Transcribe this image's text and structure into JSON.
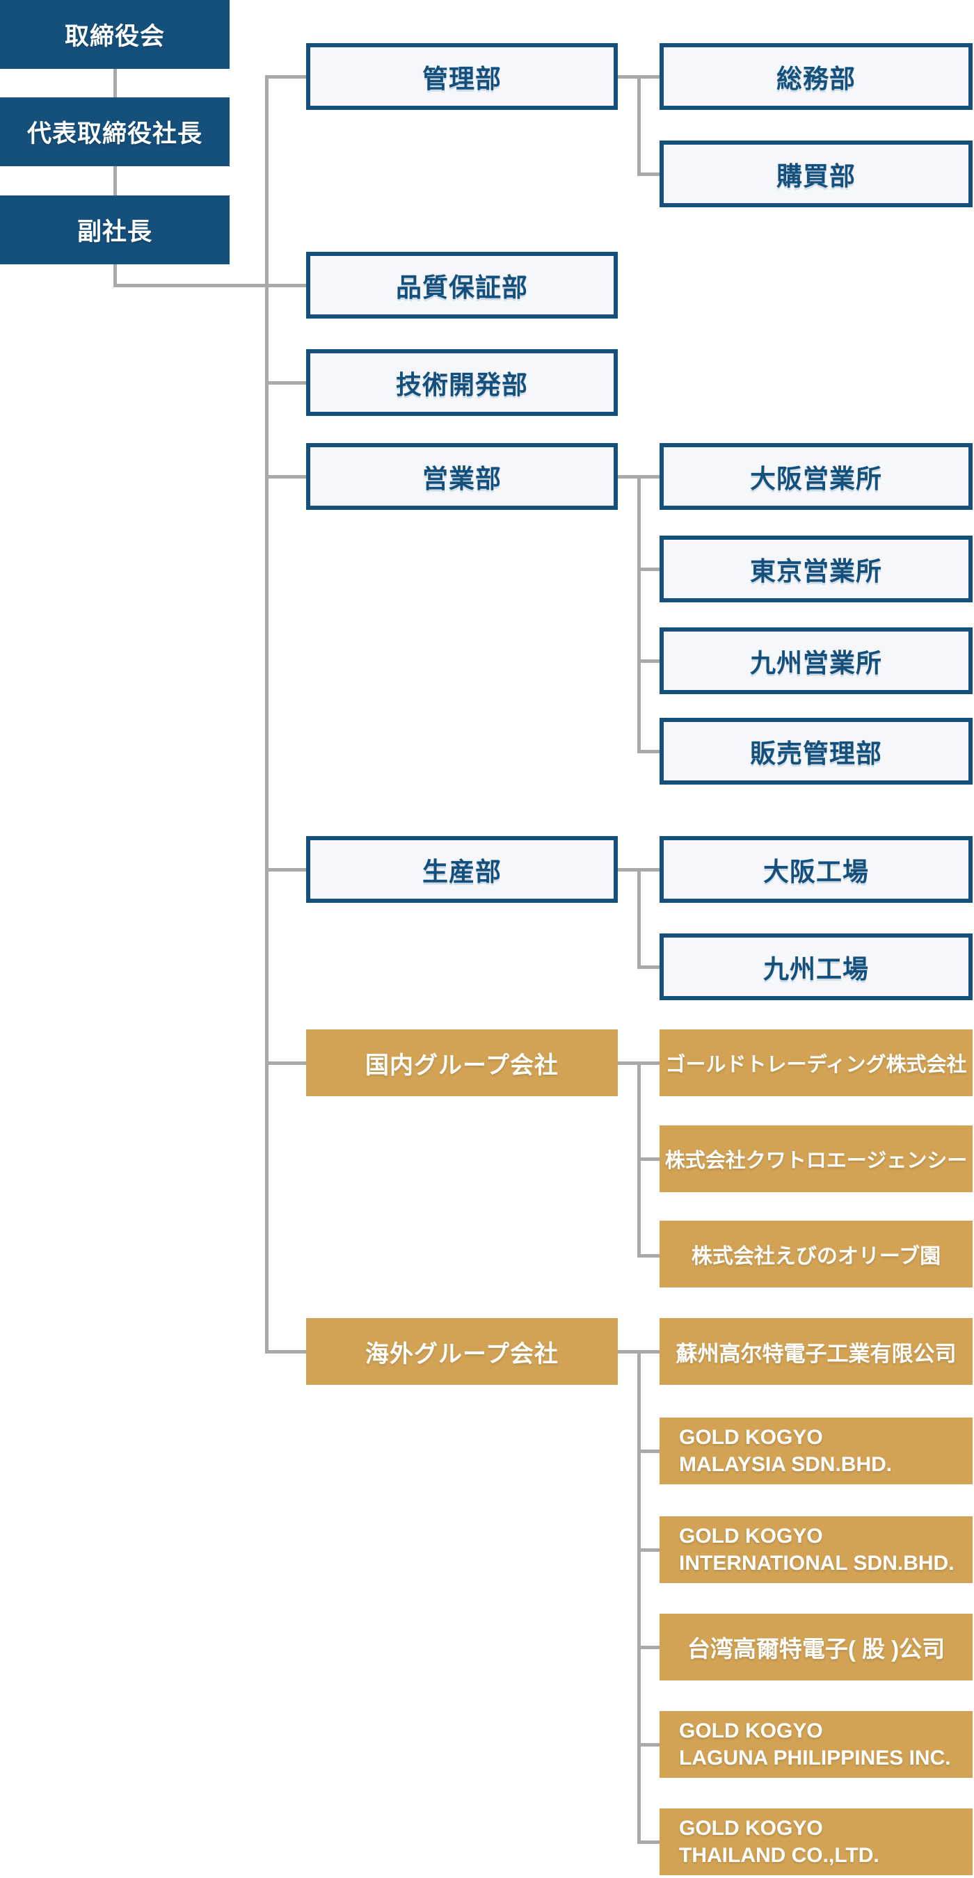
{
  "page": {
    "title": "組織図 (organization chart)"
  },
  "palette": {
    "navy": "#15507d",
    "light_box_fill": "#f5f7fb",
    "gold": "#d2a355",
    "connector_gray": "#a9a9a9",
    "white_text": "#ffffff"
  },
  "org": {
    "executive_chain": [
      {
        "label": "取締役会"
      },
      {
        "label": "代表取締役社長"
      },
      {
        "label": "副社長"
      }
    ],
    "departments": {
      "kanribu": {
        "label": "管理部",
        "children": [
          {
            "label": "総務部"
          },
          {
            "label": "購買部"
          }
        ]
      },
      "hinshitsu": {
        "label": "品質保証部"
      },
      "gijutsu": {
        "label": "技術開発部"
      },
      "eigyo": {
        "label": "営業部",
        "children": [
          {
            "label": "大阪営業所"
          },
          {
            "label": "東京営業所"
          },
          {
            "label": "九州営業所"
          },
          {
            "label": "販売管理部"
          }
        ]
      },
      "seisan": {
        "label": "生産部",
        "children": [
          {
            "label": "大阪工場"
          },
          {
            "label": "九州工場"
          }
        ]
      },
      "kokunai": {
        "label": "国内グループ会社",
        "children": [
          {
            "label": "ゴールドトレーディング株式会社"
          },
          {
            "label": "株式会社クワトロエージェンシー"
          },
          {
            "label": "株式会社えびのオリーブ園"
          }
        ]
      },
      "kaigai": {
        "label": "海外グループ会社",
        "children": [
          {
            "label": "蘇州高尔特電子工業有限公司"
          },
          {
            "line1": "GOLD KOGYO",
            "line2": "MALAYSIA SDN.BHD."
          },
          {
            "line1": "GOLD KOGYO",
            "line2": "INTERNATIONAL SDN.BHD."
          },
          {
            "label": "台湾高爾特電子( 股 )公司"
          },
          {
            "line1": "GOLD KOGYO",
            "line2": "LAGUNA PHILIPPINES INC."
          },
          {
            "line1": "GOLD KOGYO",
            "line2": "THAILAND CO.,LTD."
          }
        ]
      }
    }
  }
}
